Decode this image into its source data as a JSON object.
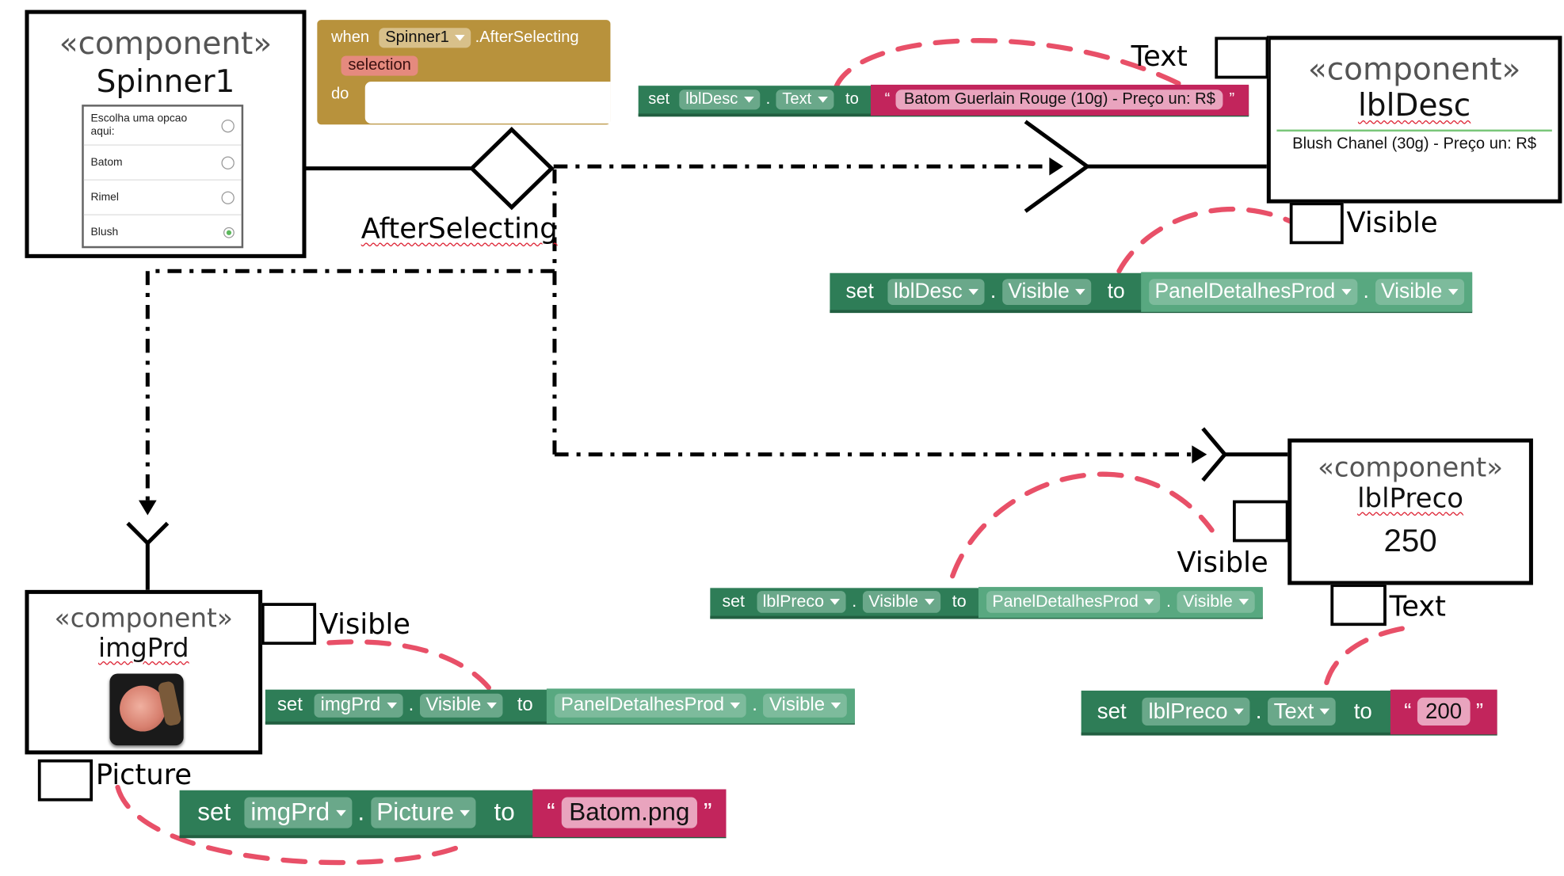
{
  "stereotype": "«component»",
  "spinner": {
    "name": "Spinner1",
    "prompt": "Escolha uma opcao aqui:",
    "options": [
      "Batom",
      "Rimel",
      "Blush"
    ]
  },
  "event_block": {
    "when": "when",
    "component": "Spinner1",
    "event": ".AfterSelecting",
    "param": "selection",
    "do": "do"
  },
  "event_label": "AfterSelecting",
  "lblDesc": {
    "name": "lblDesc",
    "text": "Blush Chanel (30g) - Preço un: R$",
    "port_text": "Text",
    "port_visible": "Visible"
  },
  "lblPreco": {
    "name": "lblPreco",
    "value": "250",
    "port_visible": "Visible",
    "port_text": "Text"
  },
  "imgPrd": {
    "name": "imgPrd",
    "port_visible": "Visible",
    "port_picture": "Picture"
  },
  "blocks": {
    "desc_text": {
      "set": "set",
      "comp": "lblDesc",
      "prop": "Text",
      "to": "to",
      "value": "Batom Guerlain Rouge (10g) - Preço un: R$"
    },
    "desc_visible": {
      "set": "set",
      "comp": "lblDesc",
      "prop": "Visible",
      "to": "to",
      "src_comp": "PanelDetalhesProd",
      "src_prop": "Visible"
    },
    "preco_visible": {
      "set": "set",
      "comp": "lblPreco",
      "prop": "Visible",
      "to": "to",
      "src_comp": "PanelDetalhesProd",
      "src_prop": "Visible"
    },
    "preco_text": {
      "set": "set",
      "comp": "lblPreco",
      "prop": "Text",
      "to": "to",
      "value": "200"
    },
    "img_visible": {
      "set": "set",
      "comp": "imgPrd",
      "prop": "Visible",
      "to": "to",
      "src_comp": "PanelDetalhesProd",
      "src_prop": "Visible"
    },
    "img_picture": {
      "set": "set",
      "comp": "imgPrd",
      "prop": "Picture",
      "to": "to",
      "value": "Batom.png"
    }
  },
  "colors": {
    "block_green": "#2e7d57",
    "getter_green": "#58a880",
    "string_magenta": "#c2255c",
    "event_gold": "#b8923c",
    "dashed_red": "#e85068"
  }
}
